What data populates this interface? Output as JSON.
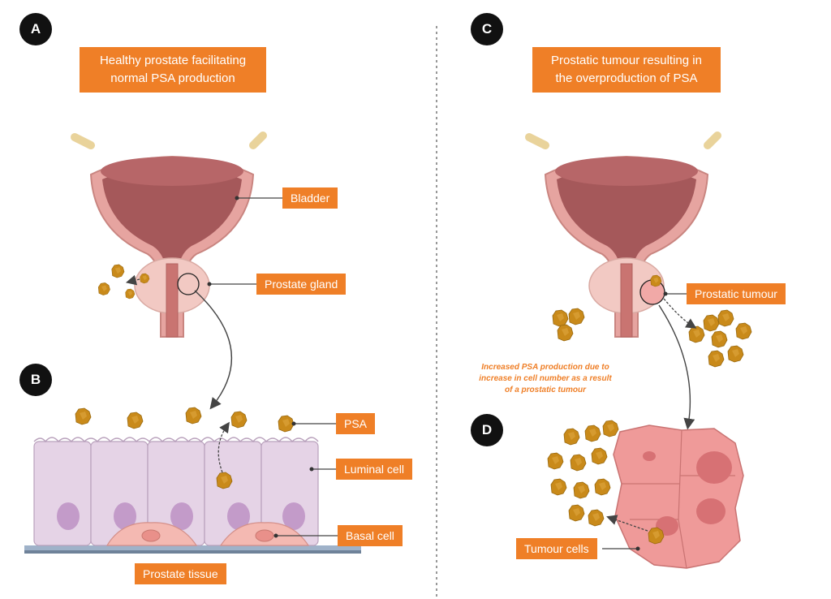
{
  "panels": {
    "a": {
      "badge": "A",
      "title_line1": "Healthy prostate facilitating",
      "title_line2": "normal PSA production"
    },
    "b": {
      "badge": "B"
    },
    "c": {
      "badge": "C",
      "title_line1": "Prostatic tumour resulting in",
      "title_line2": "the overproduction of PSA"
    },
    "d": {
      "badge": "D"
    }
  },
  "labels": {
    "bladder": "Bladder",
    "prostate_gland": "Prostate gland",
    "psa": "PSA",
    "luminal_cell": "Luminal cell",
    "basal_cell": "Basal cell",
    "prostate_tissue": "Prostate tissue",
    "prostatic_tumour": "Prostatic tumour",
    "tumour_cells": "Tumour cells"
  },
  "caption": {
    "line1": "Increased PSA production due to",
    "line2": "increase in cell number as a result",
    "line3": "of a prostatic tumour"
  },
  "colors": {
    "accent": "#ef7f27",
    "psa": "#c98a1a",
    "bladder_outer": "#e6a4a0",
    "bladder_inner": "#a5585a",
    "luminal": "#e5d3e6",
    "nucleus": "#c39bc9",
    "tumour": "#ef9a99"
  }
}
